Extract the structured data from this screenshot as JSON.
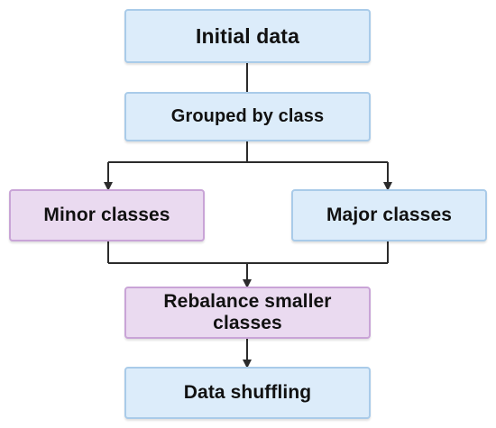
{
  "diagram": {
    "nodes": {
      "initial_data": {
        "label": "Initial data",
        "color": "#dcecfa"
      },
      "grouped_by_class": {
        "label": "Grouped by class",
        "color": "#dcecfa"
      },
      "minor_classes": {
        "label": "Minor classes",
        "color": "#eadaf0"
      },
      "major_classes": {
        "label": "Major classes",
        "color": "#dcecfa"
      },
      "rebalance_smaller_classes": {
        "label_line1": "Rebalance smaller",
        "label_line2": "classes",
        "color": "#eadaf0"
      },
      "data_shuffling": {
        "label": "Data shuffling",
        "color": "#dcecfa"
      }
    },
    "edges": [
      {
        "from": "initial_data",
        "to": "grouped_by_class"
      },
      {
        "from": "grouped_by_class",
        "to": "minor_classes"
      },
      {
        "from": "grouped_by_class",
        "to": "major_classes"
      },
      {
        "from": "minor_classes",
        "to": "rebalance_smaller_classes"
      },
      {
        "from": "major_classes",
        "to": "rebalance_smaller_classes"
      },
      {
        "from": "rebalance_smaller_classes",
        "to": "data_shuffling"
      }
    ],
    "connector_color": "#2b2b2b"
  }
}
